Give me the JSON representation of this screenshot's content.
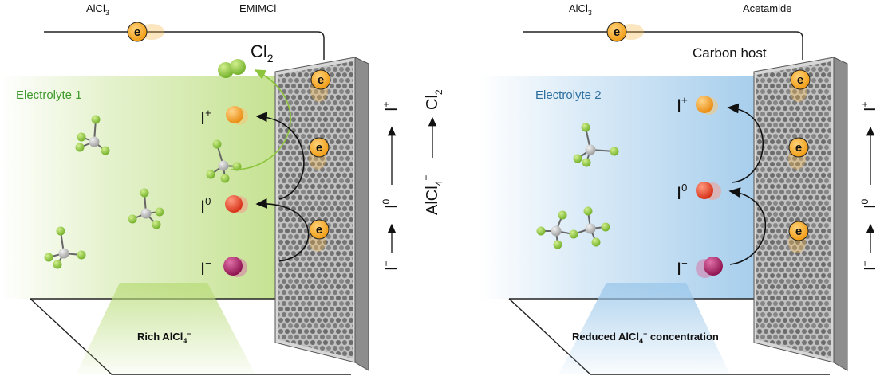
{
  "panel_left": {
    "salt_label": "AlCl",
    "salt_sub": "3",
    "solvent_label": "EMIMCl",
    "electrolyte_label": "Electrolyte 1",
    "product_label": "Cl",
    "product_sub": "2",
    "species": {
      "i_plus": "I",
      "i_plus_sup": "+",
      "i_zero": "I",
      "i_zero_sup": "0",
      "i_minus": "I",
      "i_minus_sup": "−"
    },
    "bottom_label": "Rich AlCl",
    "bottom_sub": "4",
    "bottom_sup": "−",
    "side_reaction_2": "AlCl",
    "side_reaction_2_sub": "4",
    "side_reaction_2_sup": "−",
    "side_product": "Cl",
    "side_product_sub": "2"
  },
  "panel_right": {
    "salt_label": "AlCl",
    "salt_sub": "3",
    "solvent_label": "Acetamide",
    "host_label": "Carbon host",
    "electrolyte_label": "Electrolyte 2",
    "species": {
      "i_plus": "I",
      "i_plus_sup": "+",
      "i_zero": "I",
      "i_zero_sup": "0",
      "i_minus": "I",
      "i_minus_sup": "−"
    },
    "bottom_label": "Reduced AlCl",
    "bottom_sub": "4",
    "bottom_sup": "−",
    "bottom_tail": " concentration"
  },
  "electron_symbol": "e",
  "colors": {
    "electrolyte1": "#b9dc7a",
    "electrolyte2": "#9cc8ea",
    "electron": "#f5a623",
    "i_plus": "#f39a14",
    "i_zero": "#e23a1d",
    "i_minus": "#a0175e",
    "chlorine": "#8cc43c",
    "aluminum": "#bdbdbd",
    "electrolyte1_text": "#3f9a2c",
    "electrolyte2_text": "#2f6f9e"
  }
}
